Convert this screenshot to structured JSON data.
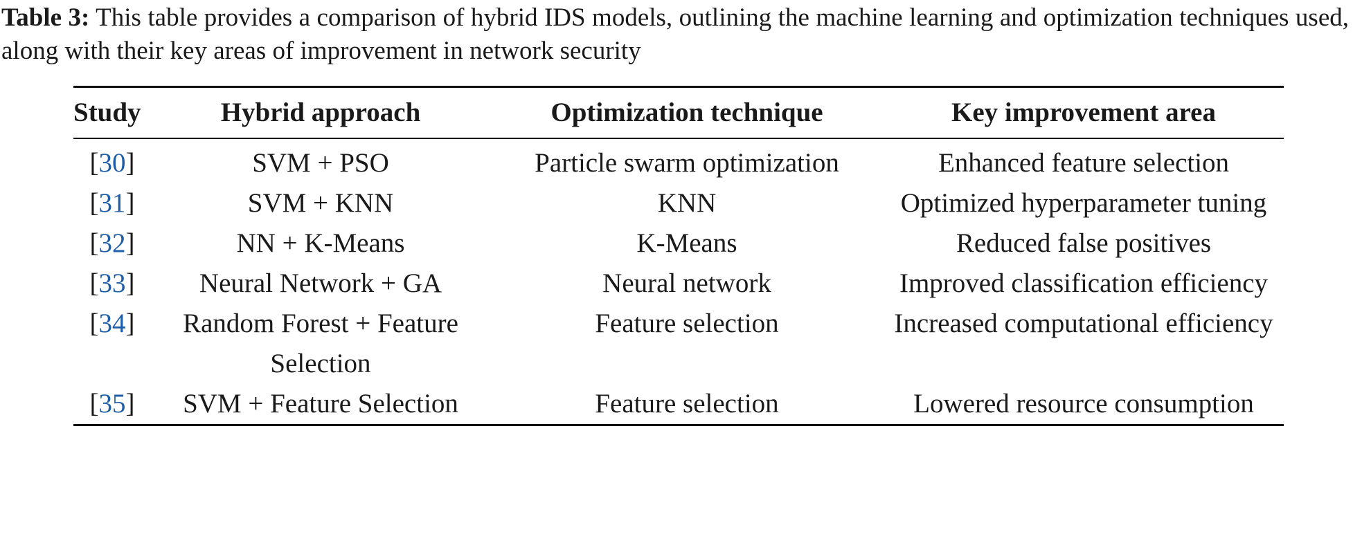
{
  "caption": {
    "label": "Table 3:",
    "text": "This table provides a comparison of hybrid IDS models, outlining the machine learning and optimization techniques used, along with their key areas of improvement in network security"
  },
  "table": {
    "headers": [
      "Study",
      "Hybrid approach",
      "Optimization technique",
      "Key improvement area"
    ],
    "rows": [
      {
        "ref": "30",
        "hybrid": "SVM + PSO",
        "optimization": "Particle swarm optimization",
        "improvement": "Enhanced feature selection"
      },
      {
        "ref": "31",
        "hybrid": "SVM + KNN",
        "optimization": "KNN",
        "improvement": "Optimized hyperparameter tuning"
      },
      {
        "ref": "32",
        "hybrid": "NN + K-Means",
        "optimization": "K-Means",
        "improvement": "Reduced false positives"
      },
      {
        "ref": "33",
        "hybrid": "Neural Network + GA",
        "optimization": "Neural network",
        "improvement": "Improved classification efficiency"
      },
      {
        "ref": "34",
        "hybrid": "Random Forest + Feature Selection",
        "optimization": "Feature selection",
        "improvement": "Increased computational efficiency"
      },
      {
        "ref": "35",
        "hybrid": "SVM + Feature Selection",
        "optimization": "Feature selection",
        "improvement": "Lowered resource consumption"
      }
    ]
  },
  "colors": {
    "citation_link": "#1f5faa"
  }
}
